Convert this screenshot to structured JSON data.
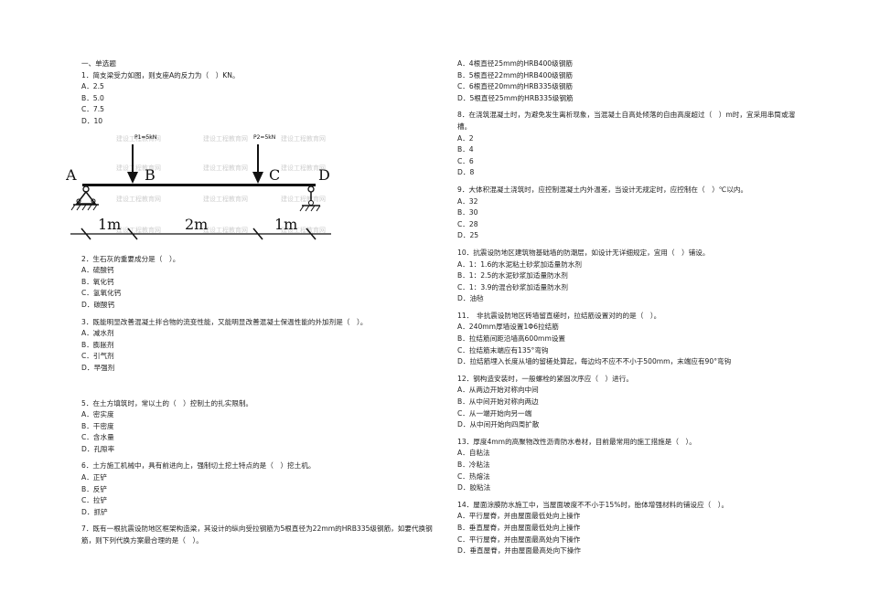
{
  "section_title": "一、单选题",
  "questions_left": [
    {
      "stem": "1．简支梁受力如图，则支座A的反力为（　）KN。",
      "options": [
        "A．2.5",
        "B．5.0",
        "C．7.5",
        "D．10"
      ]
    },
    {
      "stem": "2．生石灰的重要成分是（　）。",
      "options": [
        "A．硫酸钙",
        "B．氧化钙",
        "C．氢氧化钙",
        "D．碳酸钙"
      ]
    },
    {
      "stem": "3．既能明显改善混凝土拌合物的流变性能，又能明显改善混凝土保温性能的外加剂是（　）。",
      "options": [
        "A．减水剂",
        "B．膨胀剂",
        "C．引气剂",
        "D．早强剂"
      ]
    },
    {
      "stem": "5．在土方填筑时，常以土的（　）控制土的扎实限制。",
      "options": [
        "A．密实度",
        "B．干密度",
        "C．含水量",
        "D．孔隙率"
      ]
    },
    {
      "stem": "6．土方施工机械中，具有前进向上，强制切土挖土特点的是（　）挖土机。",
      "options": [
        "A．正铲",
        "B．反铲",
        "C．拉铲",
        "D．抓铲"
      ]
    },
    {
      "stem": "7．既有一根抗震设防地区框架构造梁，其设计的纵向受拉钢筋为5根直径为22mm的HRB335级钢筋，如要代换钢筋，则下列代换方案最合理的是（　）。",
      "options": []
    }
  ],
  "q7_options": [
    "A．4根直径25mm的HRB400级钢筋",
    "B．5根直径22mm的HRB400级钢筋",
    "C．6根直径20mm的HRB335级钢筋",
    "D．5根直径25mm的HRB335级钢筋"
  ],
  "questions_right": [
    {
      "stem": "8．在浇筑混凝土时，为避免发生离析现象，当混凝土自高处倾落的自由高度超过（　）m时，宜采用串筒或溜槽。",
      "options": [
        "A．2",
        "B．4",
        "C．6",
        "D．8"
      ]
    },
    {
      "stem": "9．大体积混凝土浇筑时，应控制混凝土内外温差，当设计无规定时，应控制在（　）℃以内。",
      "options": [
        "A．32",
        "B．30",
        "C．28",
        "D．25"
      ]
    },
    {
      "stem": "10．抗震设防地区建筑物基础墙的防潮层，如设计无详细规定，宜用（　）铺设。",
      "options": [
        "A．1：1.6的水泥粘土砂浆加适量防水剂",
        "B．1：2.5的水泥砂浆加适量防水剂",
        "C．1：3.9的混合砂浆加适量防水剂",
        "D．油毡"
      ]
    },
    {
      "stem": "11．　非抗震设防地区砖墙留直槎时，拉结筋设置对的的是（　）。",
      "options": [
        "A．240mm厚墙设置1Φ6拉结筋",
        "B．拉结筋间距沿墙高600mm设置",
        "C．拉结筋末端应有135°弯钩",
        "D．拉结筋埋入长度从墙的留槎处算起，每边均不应不不小于500mm，末端应有90°弯钩"
      ]
    },
    {
      "stem": "12．钢构造安装时，一般螺栓的紧固次序应（　）进行。",
      "options": [
        "A．从两边开始对称向中间",
        "B．从中间开始对称向两边",
        "C．从一端开始向另一端",
        "D．从中间开始向四周扩散"
      ]
    },
    {
      "stem": "13．厚度4mm的高聚物改性沥青防水卷材，目前最常用的施工措施是（　）。",
      "options": [
        "A．自粘法",
        "B．冷粘法",
        "C．热熔法",
        "D．胶粘法"
      ]
    },
    {
      "stem": "14．屋面涂膜防水施工中，当屋面坡度不不小于15%时，胎体增强材料的铺设应（　）。",
      "options": [
        "A．平行屋脊，并由屋面最低处向上操作",
        "B．垂直屋脊，并由屋面最低处向上操作",
        "C．平行屋脊，并由屋面最高处向下操作",
        "D．垂直屋脊，并由屋面最高处向下操作"
      ]
    }
  ],
  "figure": {
    "load1": "P1=5kN",
    "load2": "P2=5kN",
    "pt_a": "A",
    "pt_b": "B",
    "pt_c": "C",
    "pt_d": "D",
    "dim1": "1m",
    "dim2": "2m",
    "dim3": "1m",
    "watermark": "建设工程教育网"
  }
}
